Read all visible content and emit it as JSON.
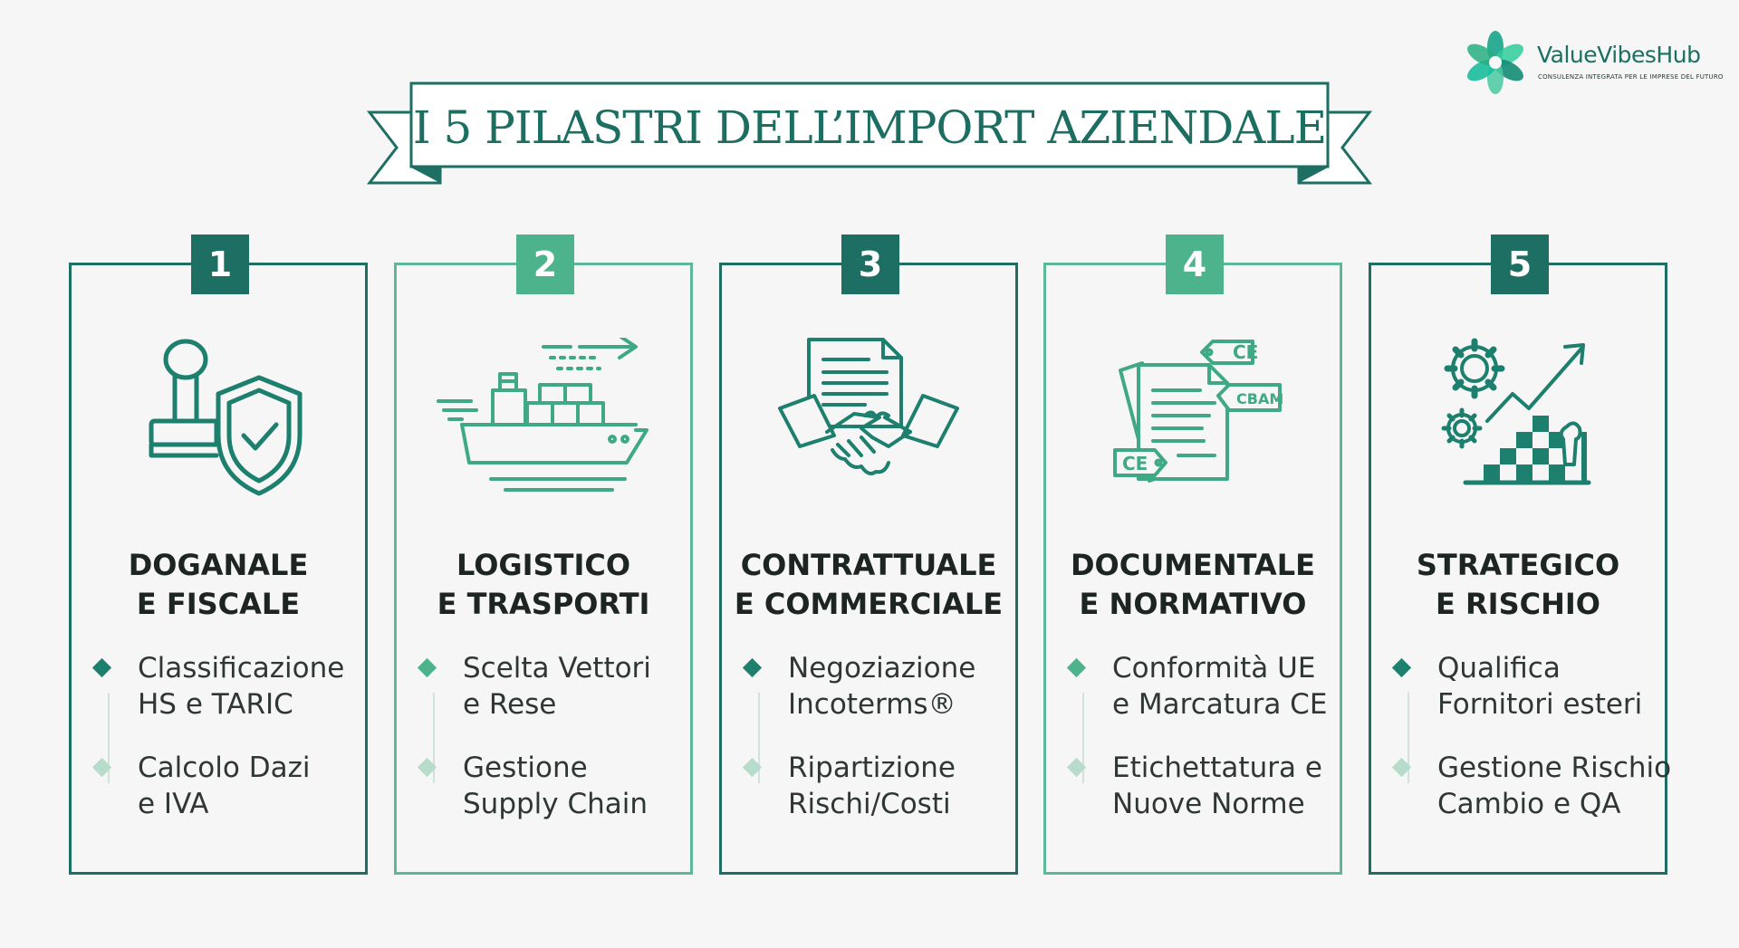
{
  "brand": {
    "name": "ValueVibesHub",
    "tagline": "CONSULENZA INTEGRATA PER LE IMPRESE DEL FUTURO"
  },
  "title": "I 5 PILASTRI DELL’IMPORT AZIENDALE",
  "colors": {
    "dark": "#1d6e63",
    "light": "#4db38c",
    "dot_dark": "#1d7f6d",
    "dot_light": "#b7dccb"
  },
  "pillars": [
    {
      "number": "1",
      "icon": "customs-stamp-shield-icon",
      "title_line1": "DOGANALE",
      "title_line2": "E FISCALE",
      "item1_line1": "Classificazione",
      "item1_line2": "HS e TARIC",
      "item2_line1": "Calcolo Dazi",
      "item2_line2": "e IVA"
    },
    {
      "number": "2",
      "icon": "cargo-ship-icon",
      "title_line1": "LOGISTICO",
      "title_line2": "E TRASPORTI",
      "item1_line1": "Scelta Vettori",
      "item1_line2": "e Rese",
      "item2_line1": "Gestione",
      "item2_line2": "Supply Chain"
    },
    {
      "number": "3",
      "icon": "contract-handshake-icon",
      "title_line1": "CONTRATTUALE",
      "title_line2": "E COMMERCIALE",
      "item1_line1": "Negoziazione",
      "item1_line2": "Incoterms®",
      "item2_line1": "Ripartizione",
      "item2_line2": "Rischi/Costi"
    },
    {
      "number": "4",
      "icon": "documents-ce-cbam-icon",
      "title_line1": "DOCUMENTALE",
      "title_line2": "E NORMATIVO",
      "item1_line1": "Conformità UE",
      "item1_line2": "e Marcatura CE",
      "item2_line1": "Etichettatura e",
      "item2_line2": "Nuove Norme",
      "tags": {
        "ce_top": "CE",
        "cbam": "CBAM",
        "ce_bottom": "CE"
      }
    },
    {
      "number": "5",
      "icon": "strategy-chess-gears-icon",
      "title_line1": "STRATEGICO",
      "title_line2": "E RISCHIO",
      "item1_line1": "Qualifica",
      "item1_line2": "Fornitori esteri",
      "item2_line1": "Gestione Rischio",
      "item2_line2": "Cambio e QA"
    }
  ]
}
